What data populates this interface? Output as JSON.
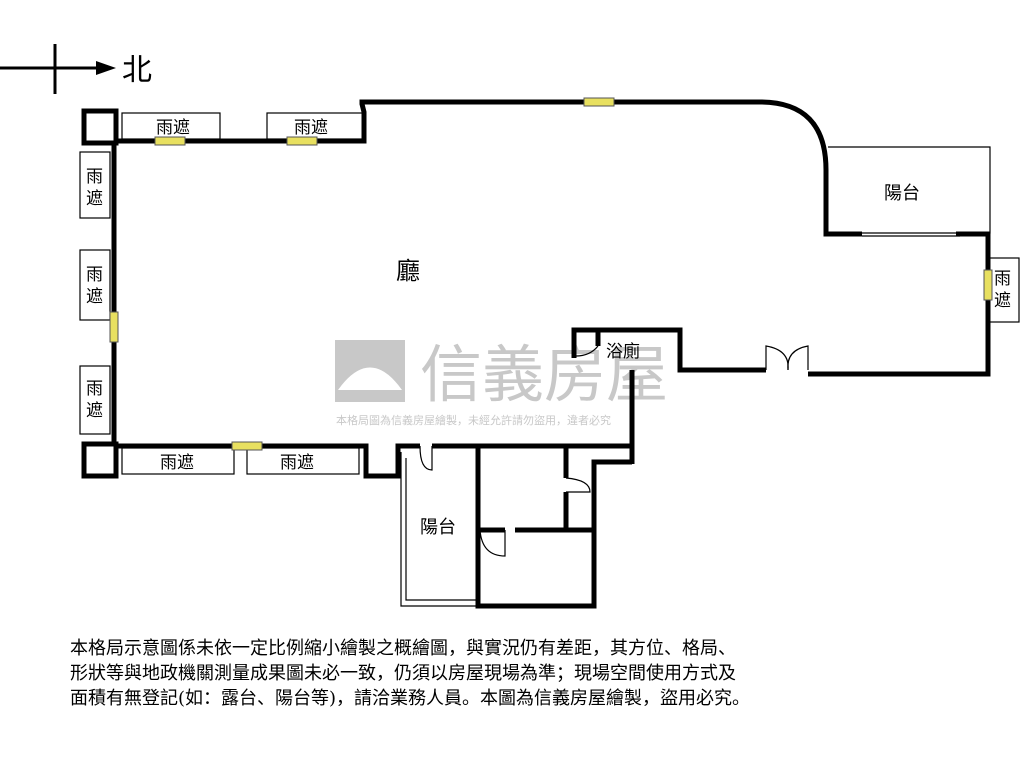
{
  "compass": {
    "direction_label": "北"
  },
  "rooms": {
    "living": "廳",
    "balcony_east": "陽台",
    "balcony_south": "陽台",
    "bathroom": "浴廁"
  },
  "awnings": {
    "top_1": "雨遮",
    "top_2": "雨遮",
    "bottom_1": "雨遮",
    "bottom_2": "雨遮",
    "left_1": "雨\n遮",
    "left_2": "雨\n遮",
    "left_3": "雨\n遮",
    "right_1": "雨\n遮"
  },
  "watermark": {
    "brand": "信義房屋",
    "notice": "本格局圖為信義房屋繪製，未經允許請勿盜用，違者必究"
  },
  "disclaimer": "本格局示意圖係未依一定比例縮小繪製之概繪圖，與實況仍有差距，其方位、格局、\n形狀等與地政機關測量成果圖未必一致，仍須以房屋現場為準；現場空間使用方式及\n面積有無登記(如：露台、陽台等)，請洽業務人員。本圖為信義房屋繪製，盜用必究。",
  "colors": {
    "wall": "#000000",
    "window": "#e8e060",
    "watermark": "#c8c8c8"
  }
}
